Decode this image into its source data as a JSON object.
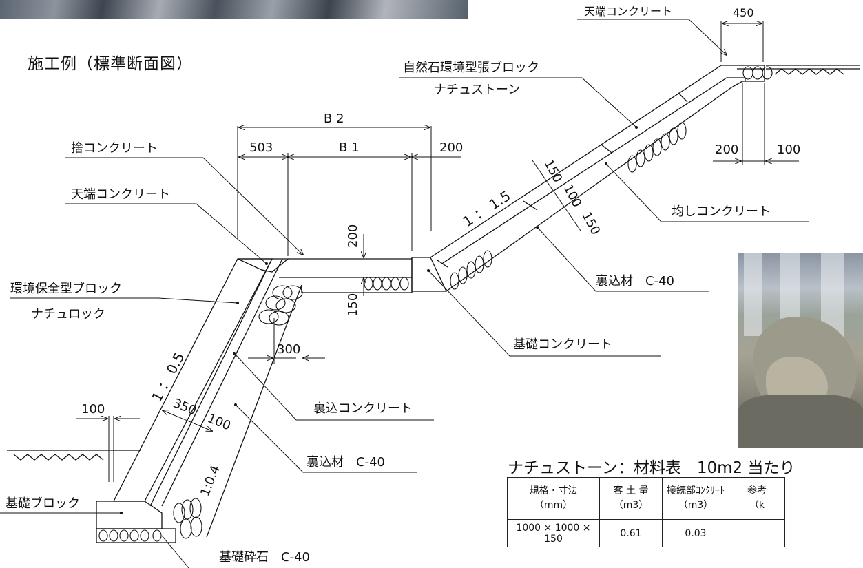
{
  "page": {
    "title": "施工例（標準断面図）"
  },
  "labels": {
    "sute_concrete": "捨コンクリート",
    "tenba_concrete_left": "天端コンクリート",
    "tenba_concrete_top": "天端コンクリート",
    "kankyo_block_line1": "環境保全型ブロック",
    "kankyo_block_line2": "ナチュロック",
    "shizenseki_line1": "自然石環境型張ブロック",
    "shizenseki_line2": "ナチュストーン",
    "narashi_concrete": "均しコンクリート",
    "urakomi_c40_upper": "裏込材　C-40",
    "kiso_concrete": "基礎コンクリート",
    "urakomi_concrete": "裏込コンクリート",
    "urakomi_c40_lower": "裏込材　C-40",
    "kiso_block": "基礎ブロック",
    "kiso_saiseki": "基礎砕石　C-40"
  },
  "dimensions": {
    "b2": "B 2",
    "b1": "B 1",
    "d503": "503",
    "d200_top": "200",
    "d200_mid": "200",
    "d150_mid": "150",
    "d300": "300",
    "d100_left": "100",
    "d350": "350",
    "d100_slope": "100",
    "d450": "450",
    "d200_right": "200",
    "d100_right": "100",
    "d150_a": "150",
    "d100_b": "100",
    "d150_c": "150",
    "slope_upper": "1 ： 1.5",
    "slope_lower": "1 ： 0.5",
    "slope_backfill": "1:0.4"
  },
  "material_table": {
    "title": "ナチュストーン：材料表　10m2 当たり",
    "headers": [
      {
        "line1": "規格・寸法",
        "line2": "（mm）"
      },
      {
        "line1": "客 土 量",
        "line2": "（m3）"
      },
      {
        "line1": "接続部ｺﾝｸﾘｰﾄ",
        "line2": "（m3）"
      },
      {
        "line1": "参考",
        "line2": "（k"
      }
    ],
    "rows": [
      [
        "1000 × 1000 × 150",
        "0.61",
        "0.03",
        ""
      ]
    ]
  },
  "colors": {
    "line": "#111111",
    "background": "#ffffff"
  }
}
